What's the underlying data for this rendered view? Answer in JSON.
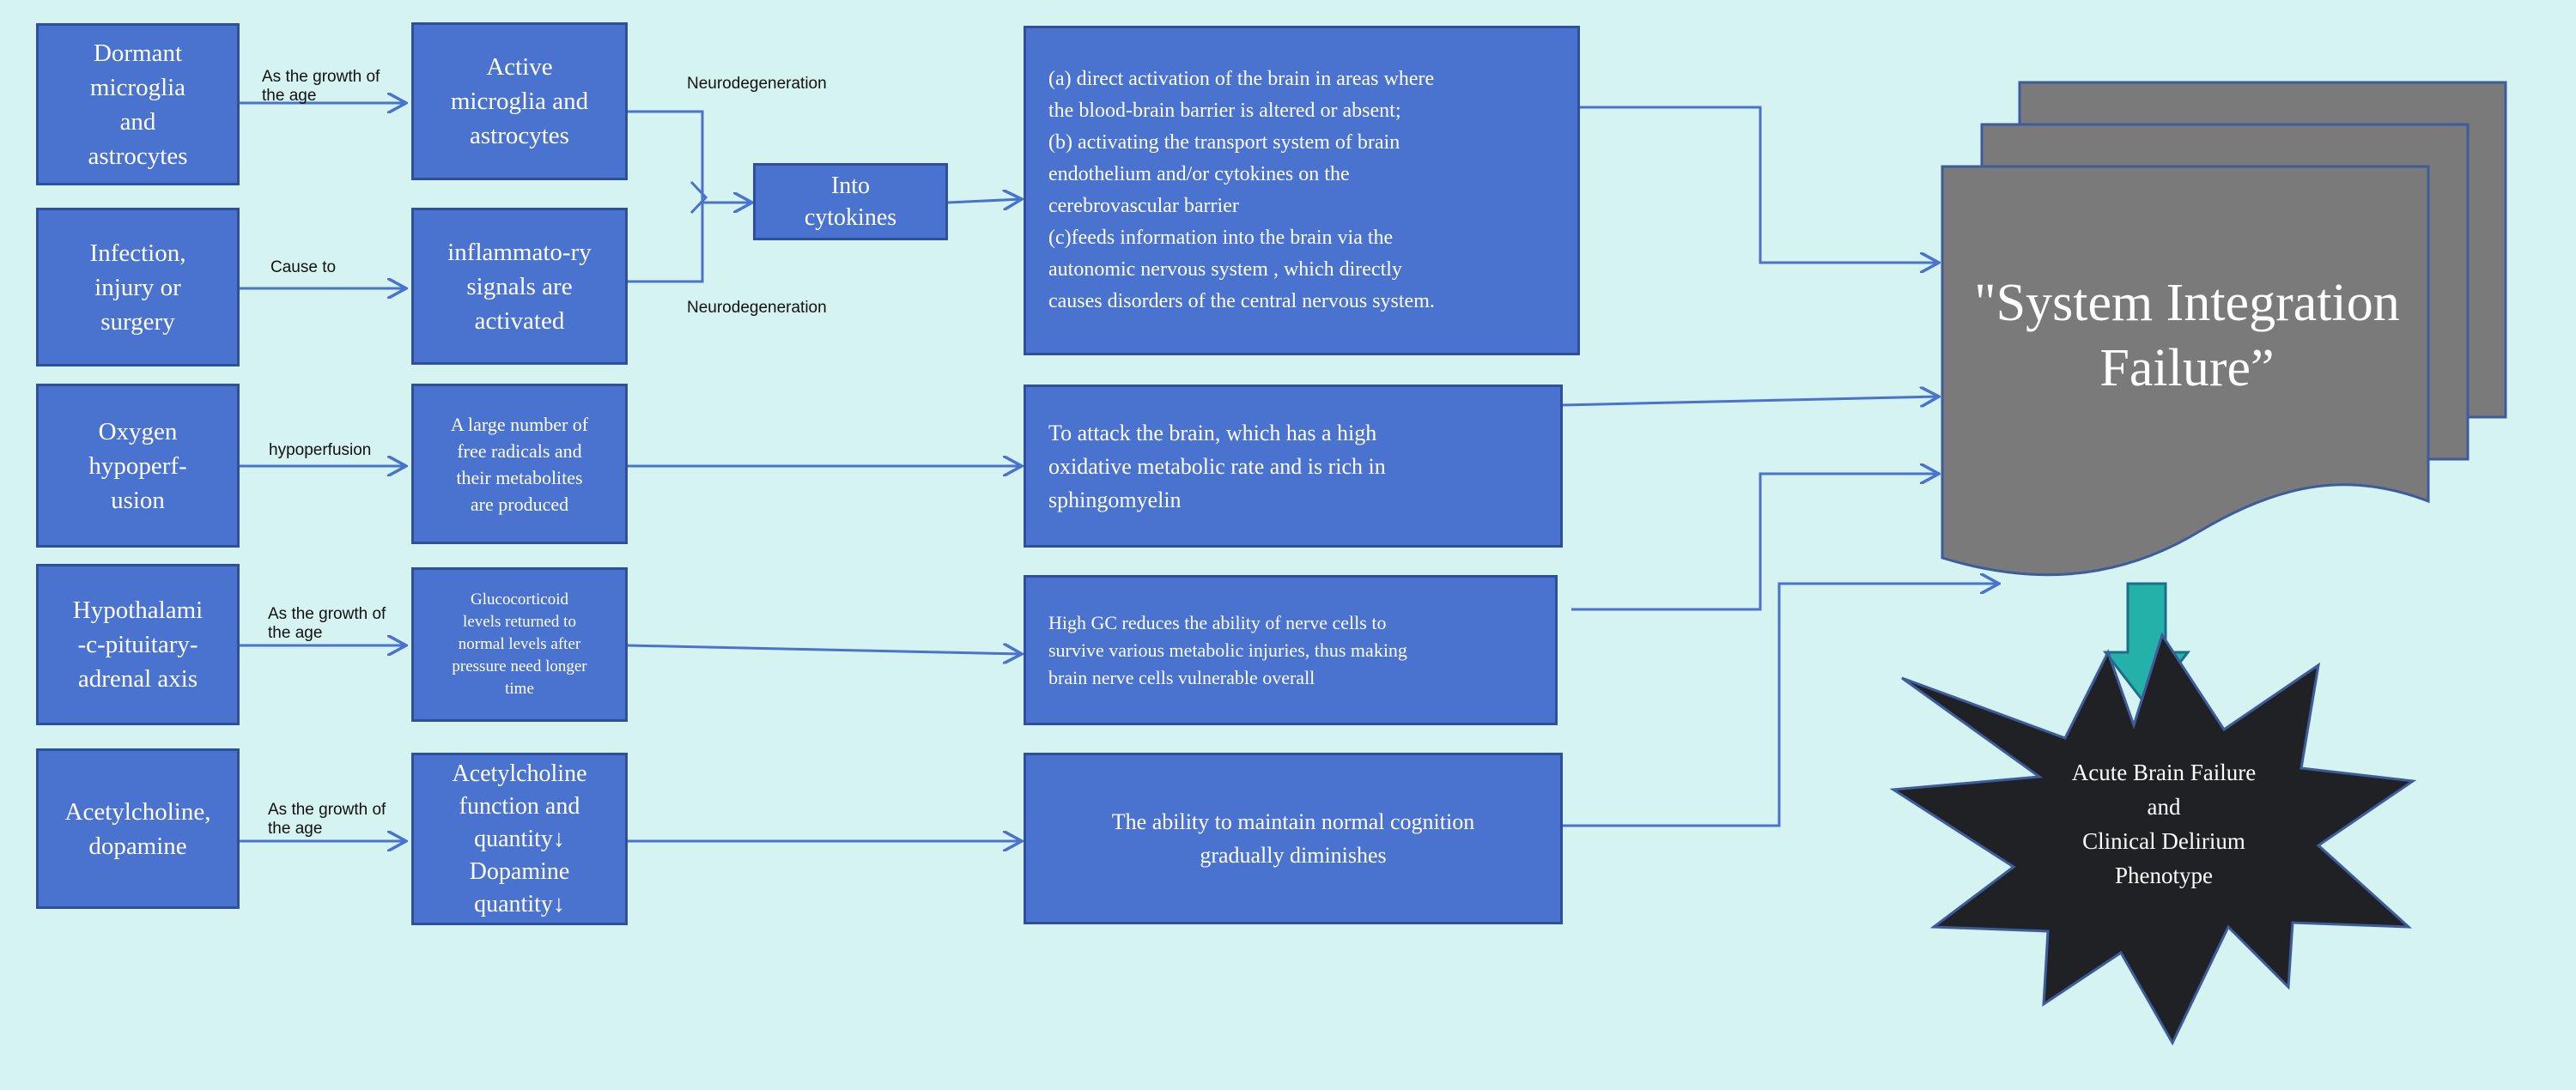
{
  "sources": [
    {
      "id": "dormant",
      "label": "Dormant\nmicroglia\nand\nastrocytes"
    },
    {
      "id": "infection",
      "label": "Infection,\ninjury or\nsurgery"
    },
    {
      "id": "oxygen",
      "label": "Oxygen\nhypoperf-\nusion"
    },
    {
      "id": "hpa",
      "label": "Hypothalami\n-c-pituitary-\nadrenal axis"
    },
    {
      "id": "ach",
      "label": "Acetylcholine,\ndopamine"
    }
  ],
  "edge_labels": [
    {
      "id": "e1",
      "label": "As the growth of\nthe age"
    },
    {
      "id": "e2",
      "label": "Cause to"
    },
    {
      "id": "e3",
      "label": "hypoperfusion"
    },
    {
      "id": "e4",
      "label": "As the growth of\nthe age"
    },
    {
      "id": "e5",
      "label": "As the growth of\nthe age"
    },
    {
      "id": "nd1",
      "label": "Neurodegeneration"
    },
    {
      "id": "nd2",
      "label": "Neurodegeneration"
    }
  ],
  "effects": [
    {
      "id": "active",
      "label": "Active\nmicroglia and\nastrocytes"
    },
    {
      "id": "inflam",
      "label": "inflammato-ry\nsignals are\nactivated"
    },
    {
      "id": "radicals",
      "label": "A large number of\nfree radicals and\ntheir metabolites\nare produced"
    },
    {
      "id": "gluco",
      "label": "Glucocorticoid\nlevels returned to\nnormal levels after\npressure need longer\ntime"
    },
    {
      "id": "achfn",
      "label": "Acetylcholine\nfunction and\nquantity↓\nDopamine\nquantity↓"
    }
  ],
  "cytokines": {
    "label": "Into\ncytokines"
  },
  "outcomes": [
    {
      "id": "mech",
      "label": "(a) direct activation of the brain in areas where\nthe blood-brain barrier is altered or absent;\n(b) activating the transport system of brain\nendothelium and/or cytokines on the\ncerebrovascular barrier\n(c)feeds information into the brain via the\nautonomic nervous system , which directly\ncauses disorders of the central nervous system."
    },
    {
      "id": "attack",
      "label": "To attack the brain, which has a high\noxidative metabolic rate and is rich in\nsphingomyelin"
    },
    {
      "id": "gc",
      "label": "High GC reduces the ability of nerve cells to\nsurvive various metabolic injuries, thus making\nbrain nerve cells vulnerable overall"
    },
    {
      "id": "cognition",
      "label": "The ability to maintain normal cognition\ngradually diminishes"
    }
  ],
  "system_failure": {
    "label": "\"System Integration\nFailure”"
  },
  "final_outcome": {
    "label": "Acute Brain Failure\nand\nClinical Delirium\nPhenotype"
  },
  "colors": {
    "background": "#d4f3f1",
    "box_fill": "#4a72cf",
    "box_border": "#2f4f9a",
    "connector": "#4a72cf",
    "document_fill": "#7a7a7a",
    "document_border": "#3e5c9c",
    "down_arrow": "#23b1a9",
    "star_fill": "#1f2125"
  }
}
